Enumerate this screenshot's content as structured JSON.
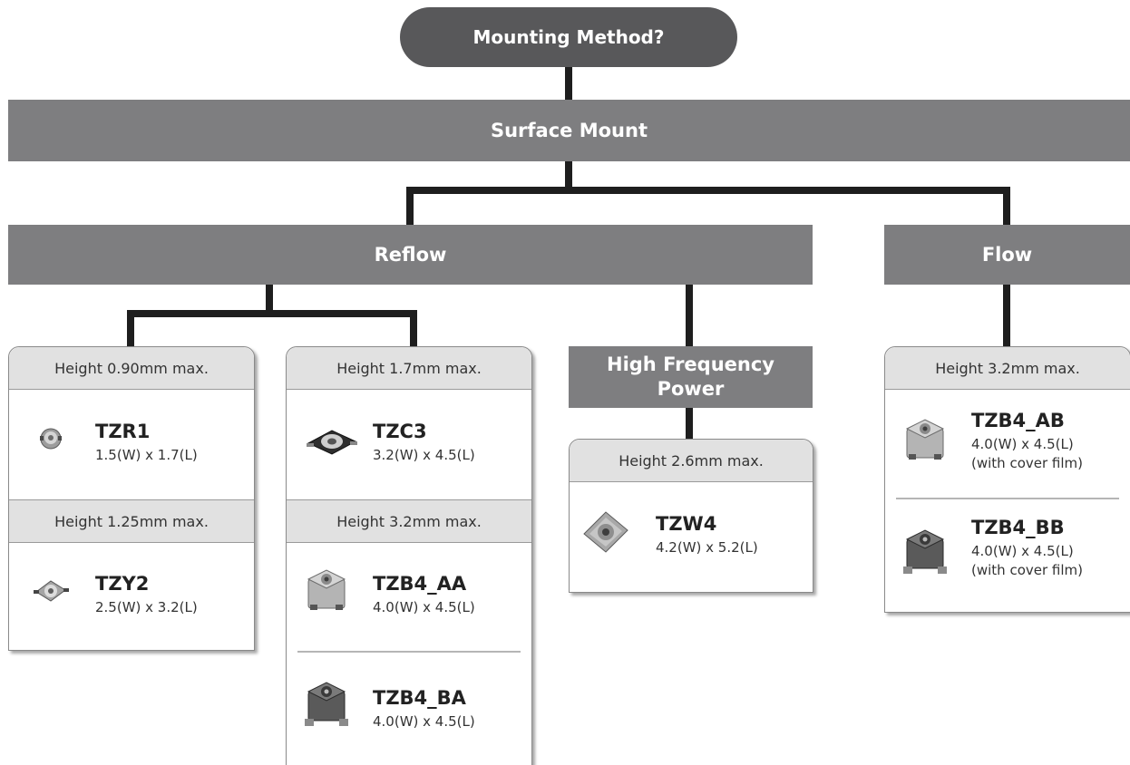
{
  "diagram": {
    "root": "Mounting Method?",
    "surface_mount": "Surface Mount",
    "reflow": "Reflow",
    "flow": "Flow",
    "high_frequency": "High Frequency Power",
    "cards": {
      "c1": {
        "header1": "Height 0.90mm max.",
        "item1": {
          "name": "TZR1",
          "size": "1.5(W) x 1.7(L)"
        },
        "header2": "Height 1.25mm max.",
        "item2": {
          "name": "TZY2",
          "size": "2.5(W) x 3.2(L)"
        }
      },
      "c2": {
        "header1": "Height 1.7mm max.",
        "item1": {
          "name": "TZC3",
          "size": "3.2(W) x 4.5(L)"
        },
        "header2": "Height 3.2mm max.",
        "item2": {
          "name": "TZB4_AA",
          "size": "4.0(W) x 4.5(L)"
        },
        "item3": {
          "name": "TZB4_BA",
          "size": "4.0(W) x 4.5(L)"
        }
      },
      "c3": {
        "header1": "Height 2.6mm max.",
        "item1": {
          "name": "TZW4",
          "size": "4.2(W) x 5.2(L)"
        }
      },
      "c4": {
        "header1": "Height 3.2mm max.",
        "item1": {
          "name": "TZB4_AB",
          "size": "4.0(W) x 4.5(L)",
          "note": "(with cover film)"
        },
        "item2": {
          "name": "TZB4_BB",
          "size": "4.0(W) x 4.5(L)",
          "note": "(with cover film)"
        }
      }
    }
  },
  "icons": {
    "tzr1": "small-round-trimmer-icon",
    "tzy2": "small-square-trimmer-icon",
    "tzc3": "black-frame-trimmer-icon",
    "tzb4_aa": "sealed-trimmer-icon",
    "tzb4_ba": "dark-sealed-trimmer-icon",
    "tzw4": "rotated-square-trimmer-icon",
    "tzb4_ab": "sealed-trimmer-icon",
    "tzb4_bb": "dark-sealed-trimmer-icon"
  },
  "colors": {
    "bar": "#7e7e80",
    "root": "#58585a",
    "connector": "#1e1e1e",
    "card_header": "#e1e1e1"
  }
}
